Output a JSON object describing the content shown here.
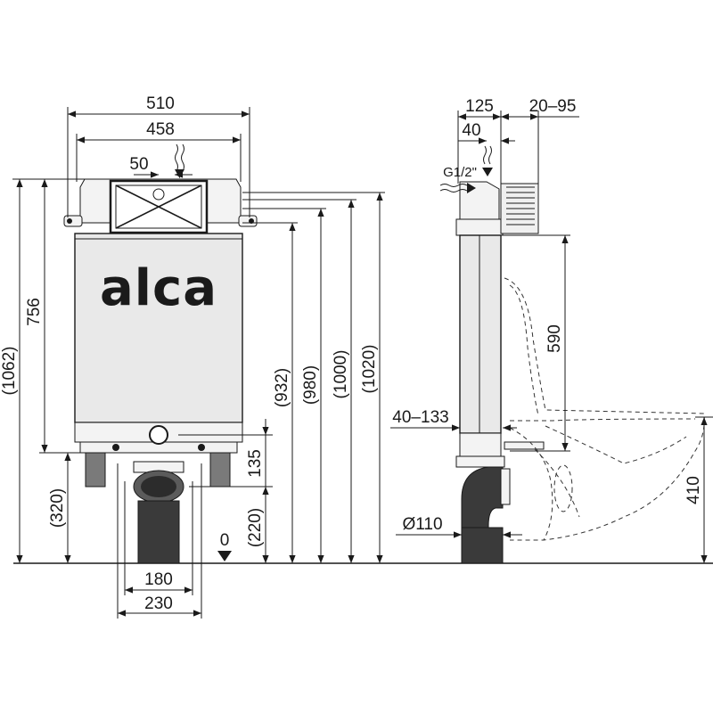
{
  "brand": "alca",
  "front_view": {
    "dimensions": {
      "width_total": "510",
      "width_frame": "458",
      "offset_flush": "50",
      "height_total": "(1062)",
      "height_body": "756",
      "height_floor_to_bracket": "(320)",
      "height_932": "(932)",
      "height_980": "(980)",
      "height_1000": "(1000)",
      "height_1020": "(1020)",
      "height_outlet": "135",
      "height_220": "(220)",
      "zero_level": "0",
      "spacing_180": "180",
      "spacing_230": "230"
    }
  },
  "side_view": {
    "dimensions": {
      "depth_125": "125",
      "depth_wall": "20–95",
      "depth_40": "40",
      "water_inlet": "G1/2\"",
      "height_590": "590",
      "adjust_range": "40–133",
      "drain_diameter": "Ø110",
      "height_410": "410"
    }
  }
}
